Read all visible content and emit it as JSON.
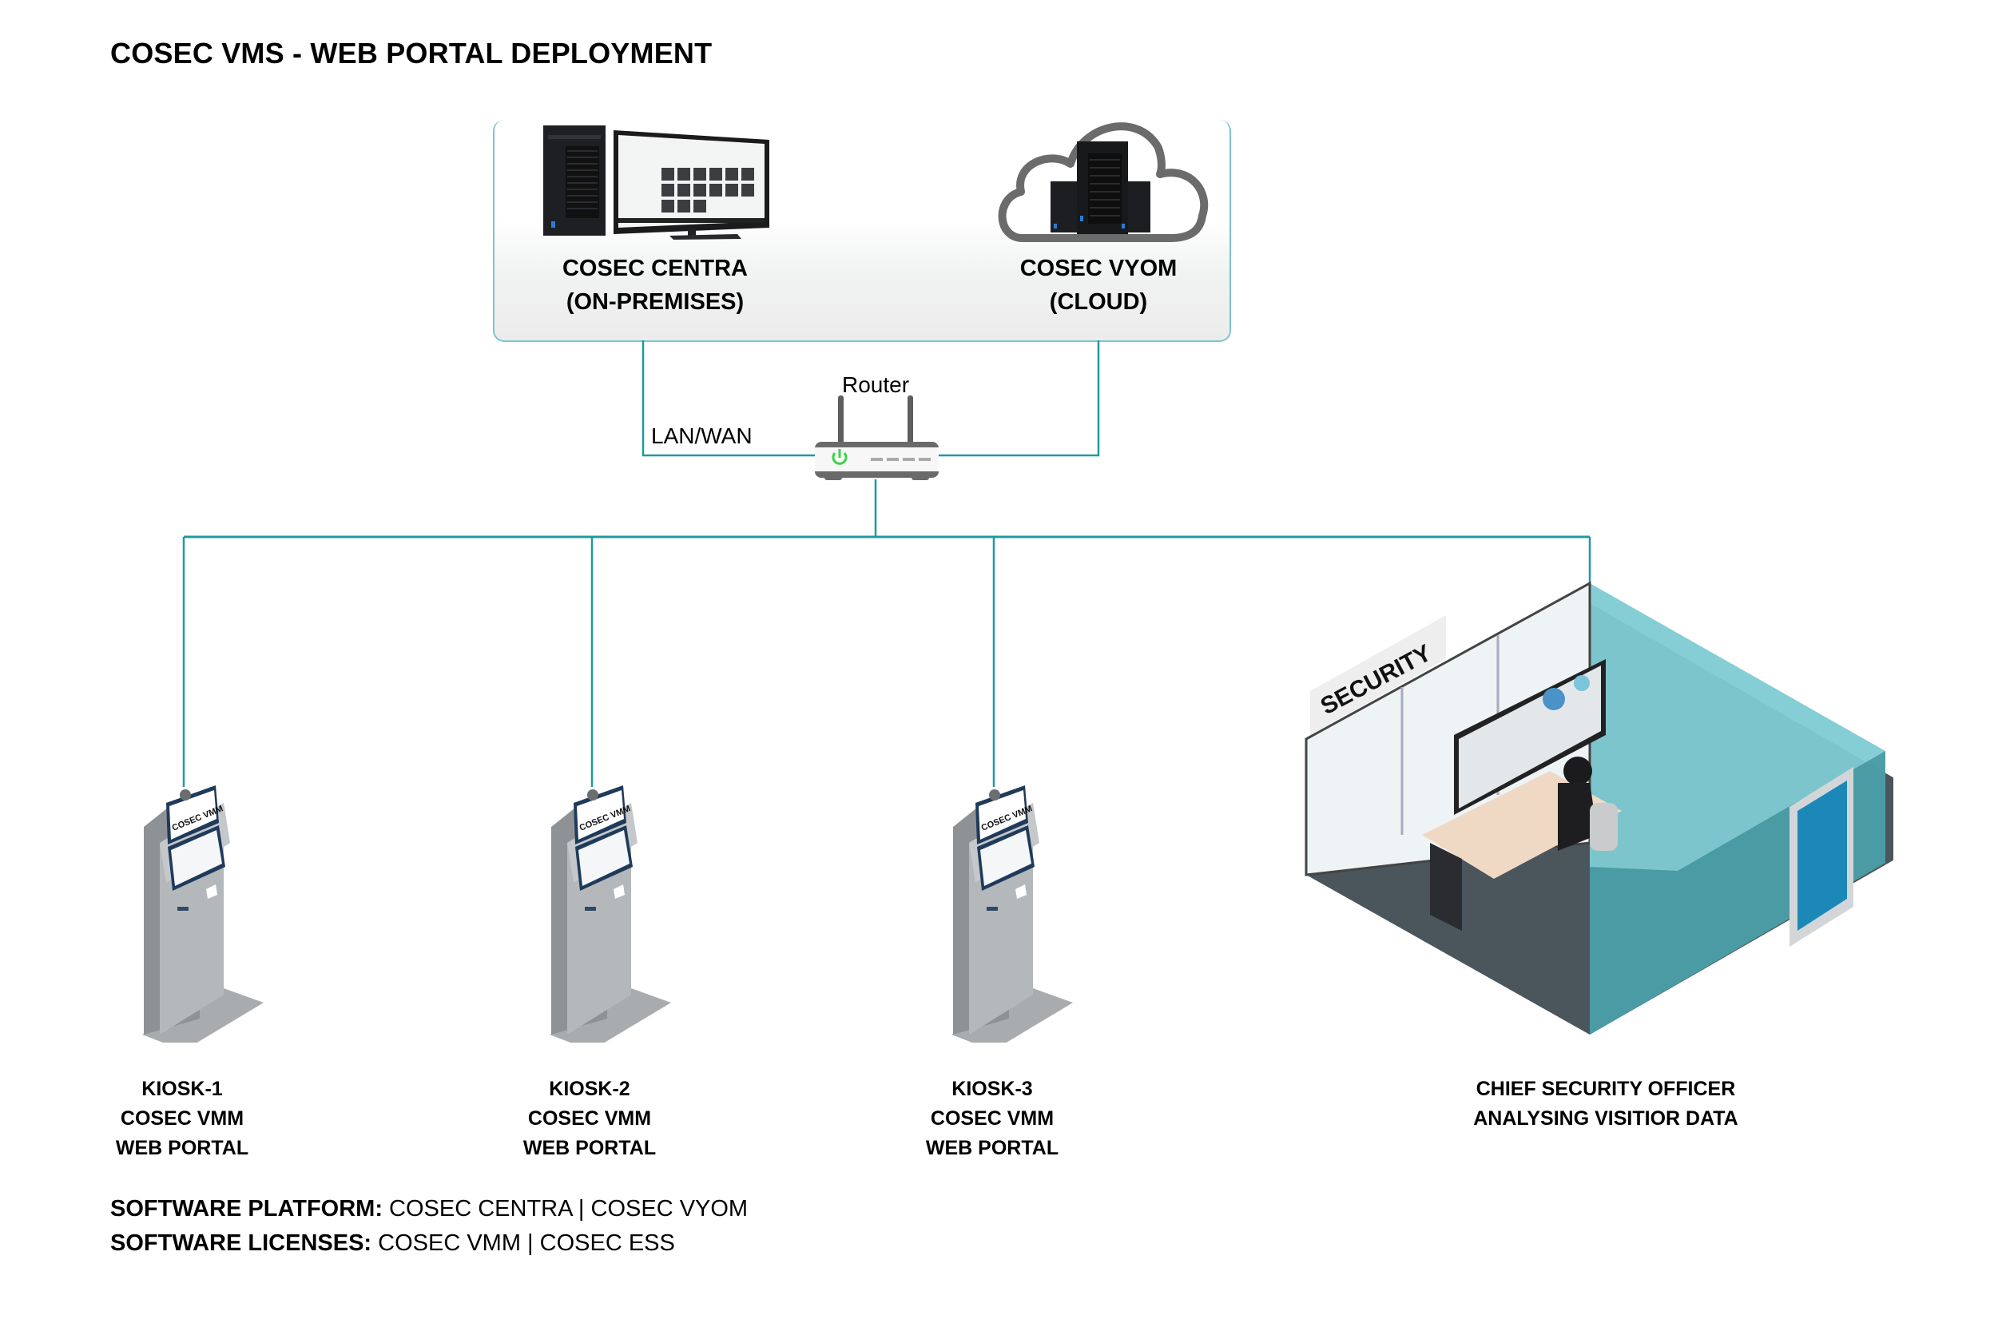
{
  "title": "COSEC VMS - WEB PORTAL DEPLOYMENT",
  "colors": {
    "connector": "#1f9aa3",
    "room_wall": "#7ecbd3",
    "room_floor": "#4a555c",
    "router_power": "#3fd04a"
  },
  "servers": [
    {
      "name": "COSEC CENTRA",
      "subtitle": "(ON-PREMISES)",
      "icon": "server-with-monitor-icon"
    },
    {
      "name": "COSEC VYOM",
      "subtitle": "(CLOUD)",
      "icon": "cloud-servers-icon"
    }
  ],
  "network": {
    "router_label": "Router",
    "link_label": "LAN/WAN"
  },
  "kiosks": [
    {
      "id": "KIOSK-1",
      "line2": "COSEC VMM",
      "line3": "WEB PORTAL",
      "screen_header": "COSEC VMM"
    },
    {
      "id": "KIOSK-2",
      "line2": "COSEC VMM",
      "line3": "WEB PORTAL",
      "screen_header": "COSEC VMM"
    },
    {
      "id": "KIOSK-3",
      "line2": "COSEC VMM",
      "line3": "WEB PORTAL",
      "screen_header": "COSEC VMM"
    }
  ],
  "security_room": {
    "sign": "SECURITY",
    "caption_line1": "CHIEF SECURITY OFFICER",
    "caption_line2": "ANALYSING VISITIOR DATA"
  },
  "footer": {
    "platform_label": "SOFTWARE PLATFORM:",
    "platform_value": "COSEC CENTRA | COSEC VYOM",
    "licenses_label": "SOFTWARE LICENSES:",
    "licenses_value": "COSEC VMM | COSEC ESS"
  }
}
